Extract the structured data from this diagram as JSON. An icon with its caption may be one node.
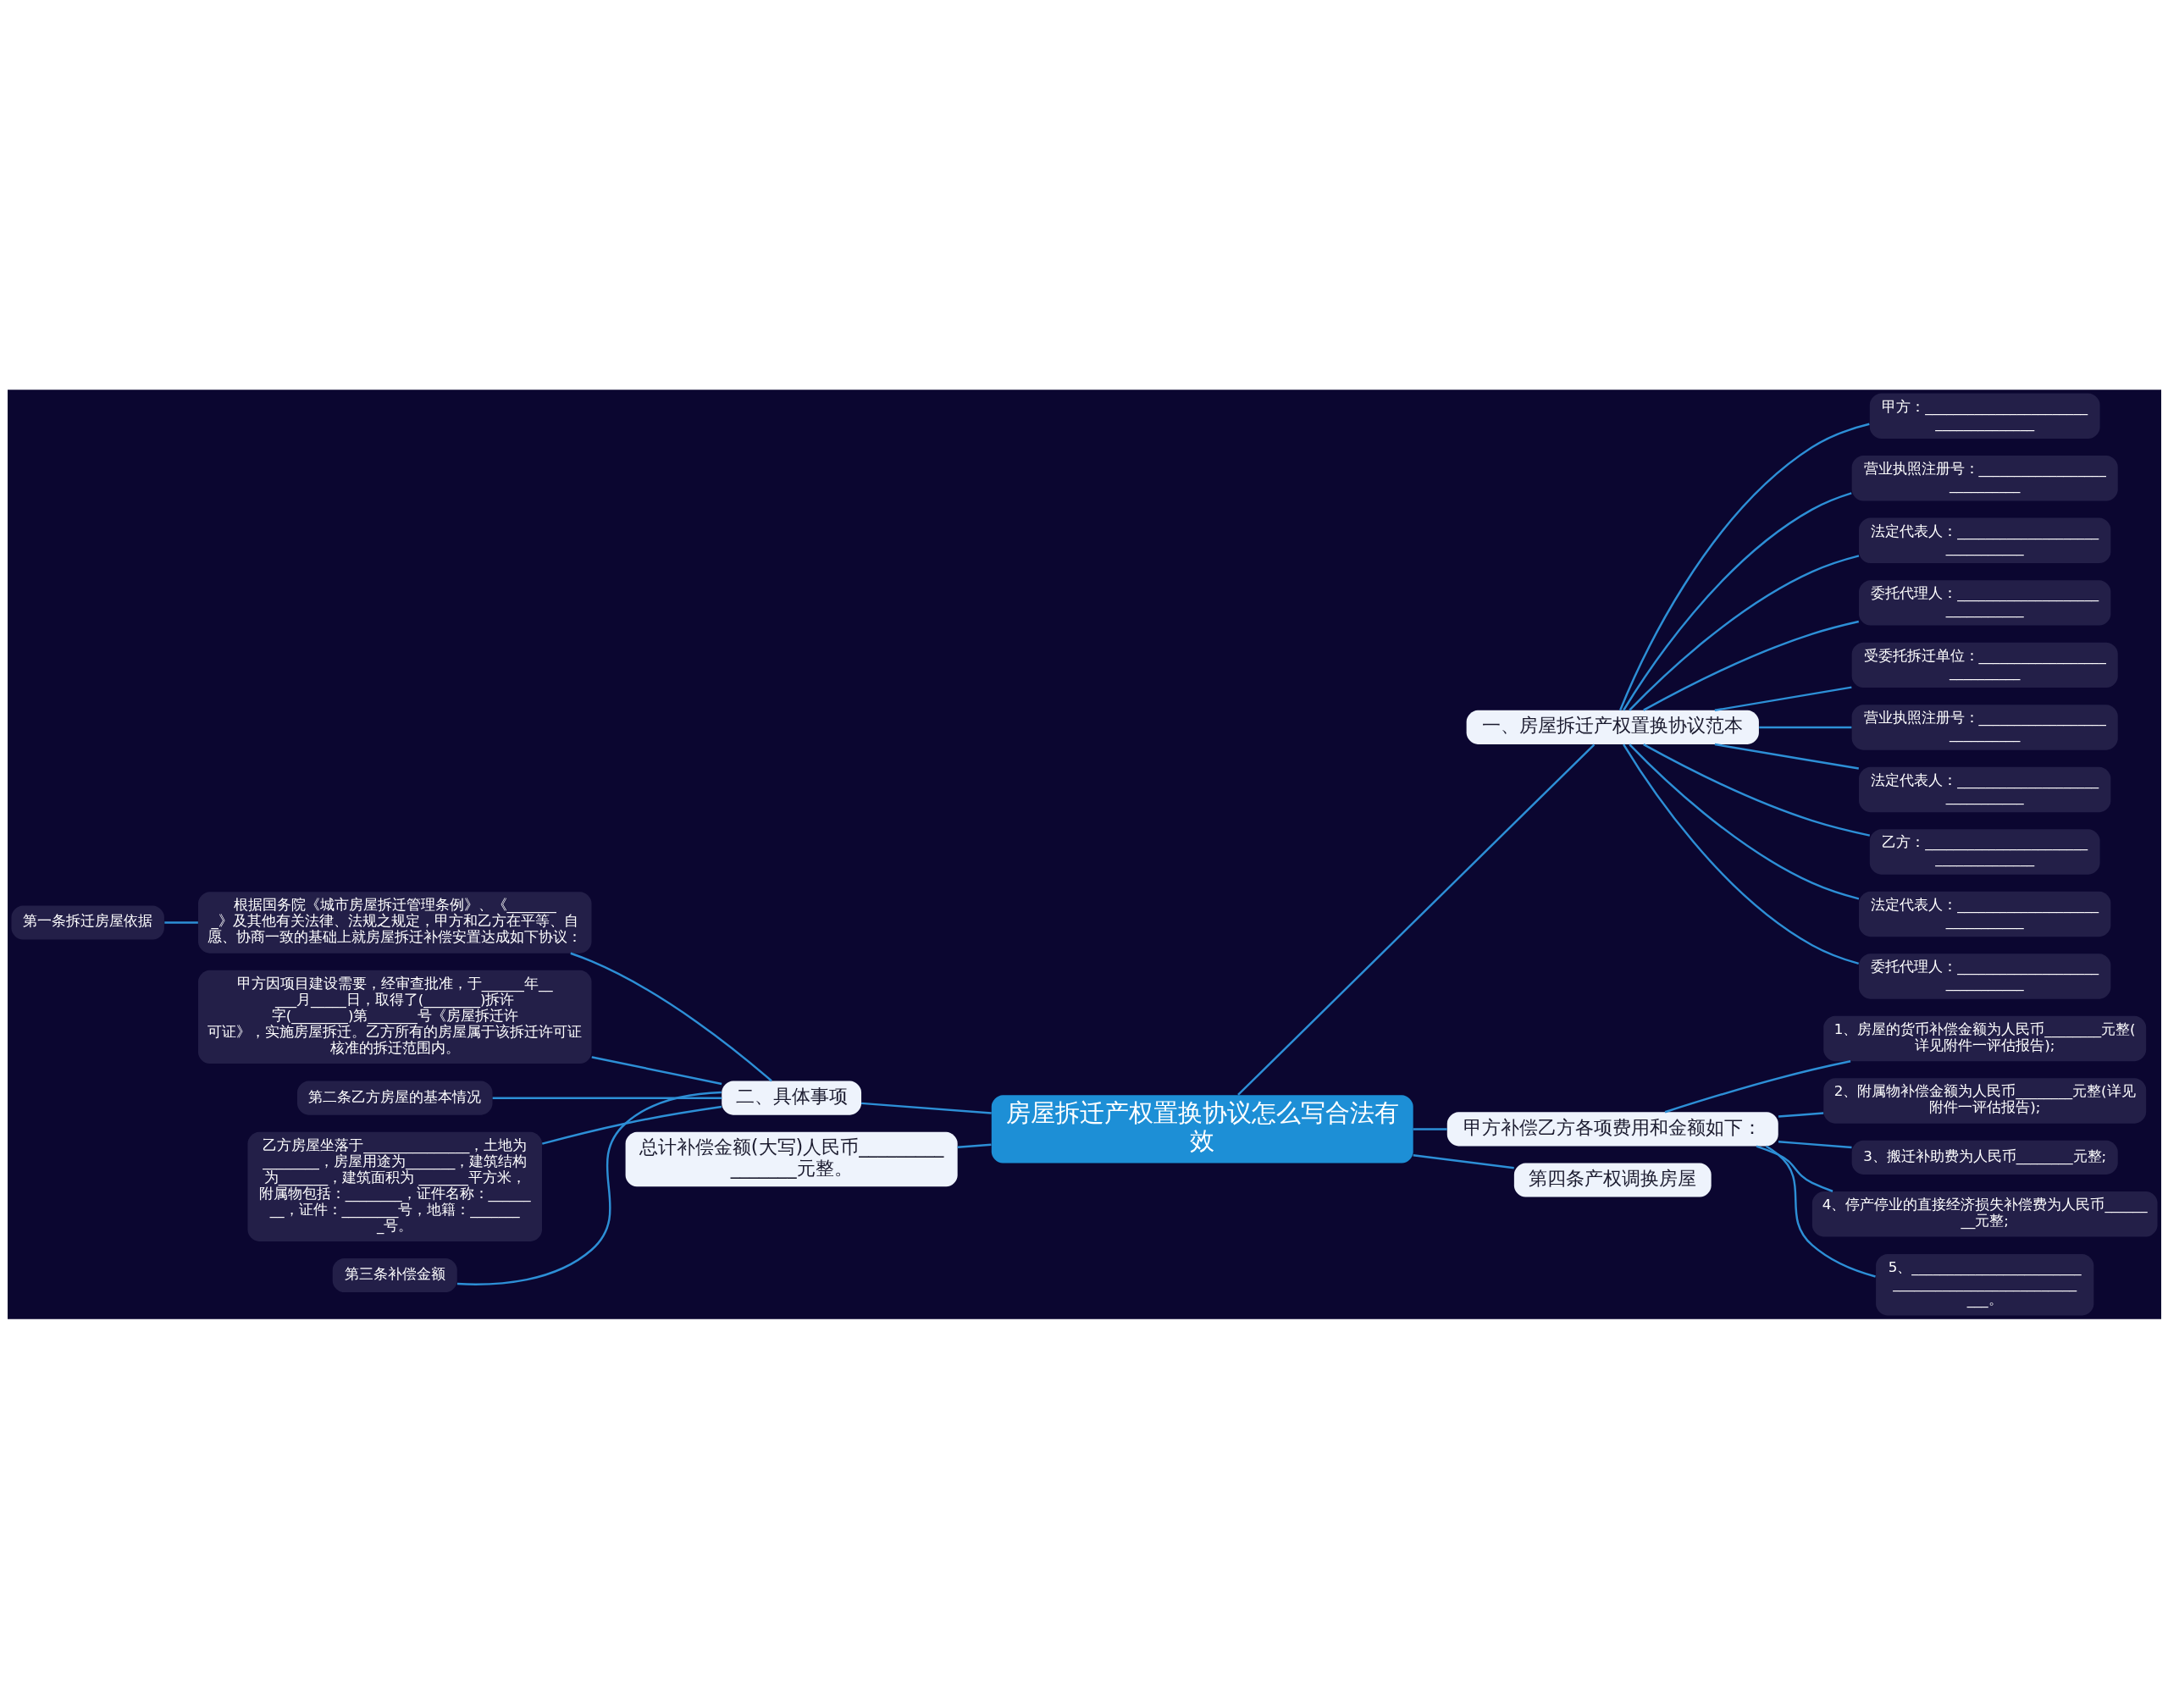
{
  "diagram": {
    "nodes": [
      {
        "text": [
          "房屋拆迁产权置换协议怎么写合法有效"
        ]
      },
      {
        "text": [
          "一、房屋拆迁产权置换协议范本"
        ]
      },
      {
        "text": [
          "甲方：_____________________________________"
        ]
      },
      {
        "text": [
          "营业执照注册号：____________________________"
        ]
      },
      {
        "text": [
          "法定代表人：_______________________________"
        ]
      },
      {
        "text": [
          "委托代理人：_______________________________"
        ]
      },
      {
        "text": [
          "受委托拆迁单位：____________________________"
        ]
      },
      {
        "text": [
          "营业执照注册号：____________________________"
        ]
      },
      {
        "text": [
          "法定代表人：_______________________________"
        ]
      },
      {
        "text": [
          "乙方：_____________________________________"
        ]
      },
      {
        "text": [
          "法定代表人：_______________________________"
        ]
      },
      {
        "text": [
          "委托代理人：_______________________________"
        ]
      },
      {
        "text": [
          "甲方补偿乙方各项费用和金额如下："
        ]
      },
      {
        "text": [
          "1、房屋的货币补偿金额为人民币________元整(详见附件一评估报告);"
        ]
      },
      {
        "text": [
          "2、附属物补偿金额为人民币________元整(详见附件一评估报告);"
        ]
      },
      {
        "text": [
          "3、搬迁补助费为人民币________元整;"
        ]
      },
      {
        "text": [
          "4、停产停业的直接经济损失补偿费为人民币________元整;"
        ]
      },
      {
        "text": [
          "5、_____________________________________________________。"
        ]
      },
      {
        "text": [
          "第四条产权调换房屋"
        ]
      },
      {
        "text": [
          "二、具体事项"
        ]
      },
      {
        "text": [
          "根据国务院《城市房屋拆迁管理条例》、《________》及其他有关法律、法规之规定，甲方和乙方在平等、自愿、协商一致的基础上就房屋拆迁补偿安置达成如下协议："
        ]
      },
      {
        "text": [
          "第一条拆迁房屋依据"
        ]
      },
      {
        "text": [
          "甲方因项目建设需要，经审查批准，于______年_____月_____日，取得了(________)拆许字(________)第_______号《房屋拆迁许可证》，实施房屋拆迁。乙方所有的房屋属于该拆迁许可证核准的拆迁范围内。"
        ]
      },
      {
        "text": [
          "第二条乙方房屋的基本情况"
        ]
      },
      {
        "text": [
          "乙方房屋坐落于_______________，土地为________，房屋用途为_______，建筑结构为_______，建筑面积为 _______平方米，附属物包括：________，证件名称：________，证件：________号，地籍：________号。"
        ]
      },
      {
        "text": [
          "第三条补偿金额"
        ]
      },
      {
        "text": [
          "总计补偿金额(大写)人民币________________元整。"
        ]
      }
    ],
    "edges": [
      {
        "from": 0,
        "to": 1,
        "arrow": "none"
      },
      {
        "from": 1,
        "to": 2,
        "arrow": "none"
      },
      {
        "from": 1,
        "to": 3,
        "arrow": "none"
      },
      {
        "from": 1,
        "to": 4,
        "arrow": "none"
      },
      {
        "from": 1,
        "to": 5,
        "arrow": "none"
      },
      {
        "from": 1,
        "to": 6,
        "arrow": "none"
      },
      {
        "from": 1,
        "to": 7,
        "arrow": "none"
      },
      {
        "from": 1,
        "to": 8,
        "arrow": "none"
      },
      {
        "from": 1,
        "to": 9,
        "arrow": "none"
      },
      {
        "from": 1,
        "to": 10,
        "arrow": "none"
      },
      {
        "from": 1,
        "to": 11,
        "arrow": "none"
      },
      {
        "from": 0,
        "to": 12,
        "arrow": "none"
      },
      {
        "from": 12,
        "to": 13,
        "arrow": "none"
      },
      {
        "from": 12,
        "to": 14,
        "arrow": "none"
      },
      {
        "from": 12,
        "to": 15,
        "arrow": "none"
      },
      {
        "from": 12,
        "to": 16,
        "arrow": "none"
      },
      {
        "from": 12,
        "to": 17,
        "arrow": "none"
      },
      {
        "from": 0,
        "to": 18,
        "arrow": "none"
      },
      {
        "from": 0,
        "to": 19,
        "arrow": "none"
      },
      {
        "from": 19,
        "to": 20,
        "arrow": "none"
      },
      {
        "from": 20,
        "to": 21,
        "arrow": "none"
      },
      {
        "from": 19,
        "to": 22,
        "arrow": "none"
      },
      {
        "from": 19,
        "to": 23,
        "arrow": "none"
      },
      {
        "from": 19,
        "to": 24,
        "arrow": "none"
      },
      {
        "from": 19,
        "to": 25,
        "arrow": "none"
      },
      {
        "from": 0,
        "to": 26,
        "arrow": "none"
      }
    ]
  }
}
